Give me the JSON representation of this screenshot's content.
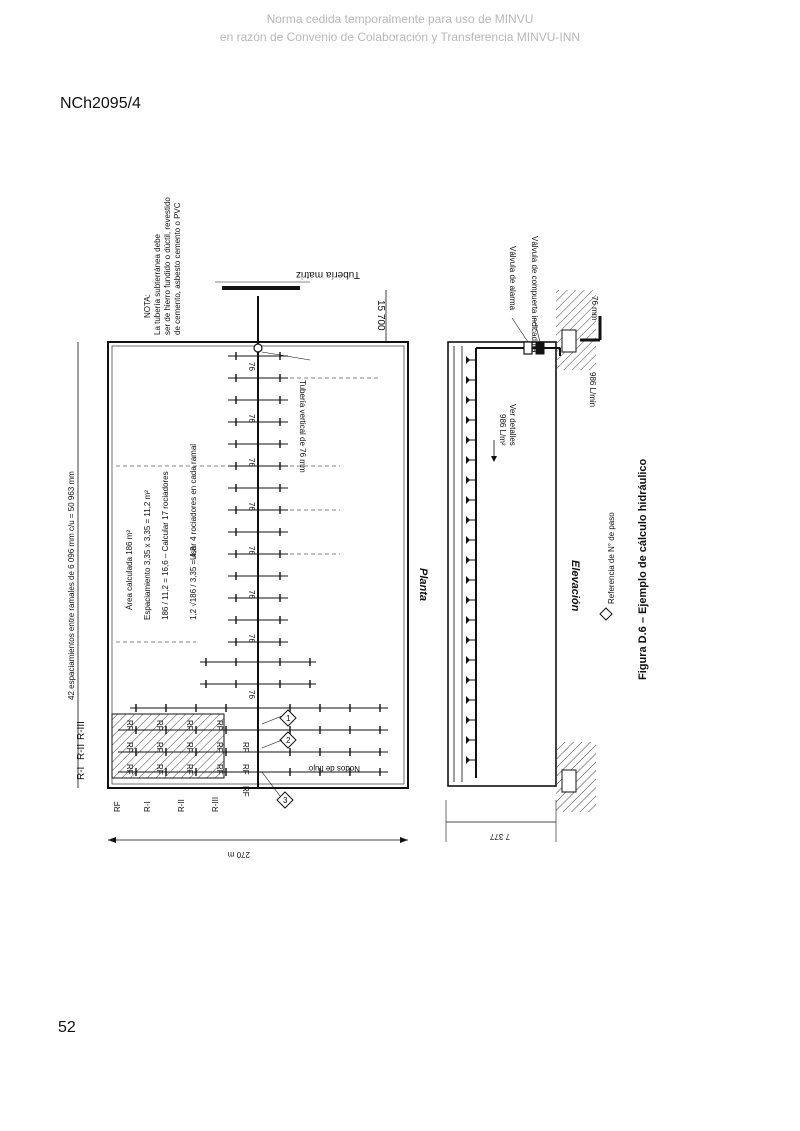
{
  "watermark": {
    "line1": "Norma cedida temporalmente para uso de MINVU",
    "line2": "en razón de Convenio de Colaboración y Transferencia MINVU-INN"
  },
  "header": {
    "standard_code": "NCh2095/4"
  },
  "page_number": "52",
  "figure": {
    "caption": "Figura D.6 – Ejemplo de cálculo hidráulico",
    "legend_text": "Referencia de N° de paso",
    "plan": {
      "view_label": "Planta",
      "top_dimension": "42 espaciamientos entre ramales de 6 096 mm c/u = 50 963 mm",
      "bottom_dimension": "270 m",
      "note_title": "NOTA:",
      "note_body": "La tubería subterránea debe ser de hierro fundido o dúctil, revestido de cemento, asbesto cemento o PVC",
      "supply_label": "Tubería matriz",
      "riser_dim": "15 700",
      "riser_note": "Tubería vertical de 76 mm",
      "calc_area": "Área calculada 186 m²",
      "spacing_text": "Espaciamiento 3,35 x 3,35 = 11,2 m²",
      "sprinkler_calc": "186 / 11,2 = 16,6 – Calcular 17 rociadores",
      "branch_calc": "1,2 √186 / 3,35 = 4,8",
      "per_branch": "Usar 4 rociadores en cada ramal",
      "nodes_label": "Nodos de flujo",
      "pipe_label": "76",
      "branch_labels": [
        "R-I",
        "R-II",
        "R-III"
      ],
      "left_labels": [
        "RF",
        "R-I",
        "R-II",
        "R-III"
      ],
      "step_markers": [
        "1",
        "2",
        "3"
      ],
      "sprinkler_tag": "RF"
    },
    "elevation": {
      "view_label": "Elevación",
      "alarm_valve": "Válvula de alarma",
      "gate_valve": "Válvula de compuerta indicadora",
      "pipe_size": "76 mm",
      "density": "986 L/m²",
      "sprinklers": "Ver detalles",
      "flow": "986 L/min",
      "length": "7 377"
    }
  }
}
